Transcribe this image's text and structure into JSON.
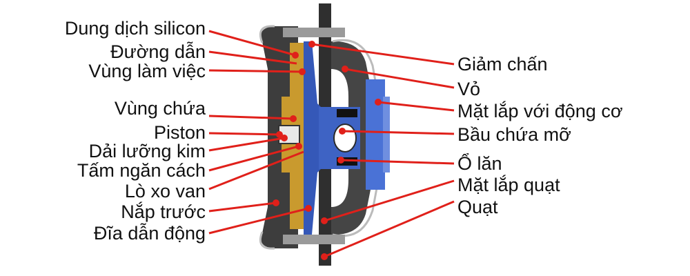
{
  "colors": {
    "leader": "#e0201a",
    "housing": "#3a3a3a",
    "silicone": "#c99a2e",
    "plate": "#3558b8",
    "background": "#ffffff"
  },
  "labels_left": [
    "Dung dịch silicon",
    "Đường dẫn",
    "Vùng làm việc",
    "Vùng chứa",
    "Piston",
    "Dải lưỡng kim",
    "Tấm ngăn cách",
    "Lò xo van",
    "Nắp trước",
    "Đĩa dẫn động"
  ],
  "labels_right": [
    "Giảm chấn",
    "Vỏ",
    "Mặt lắp với động cơ",
    "Bầu chứa mỡ",
    "Ổ lăn",
    "Mặt lắp quạt",
    "Quạt"
  ]
}
